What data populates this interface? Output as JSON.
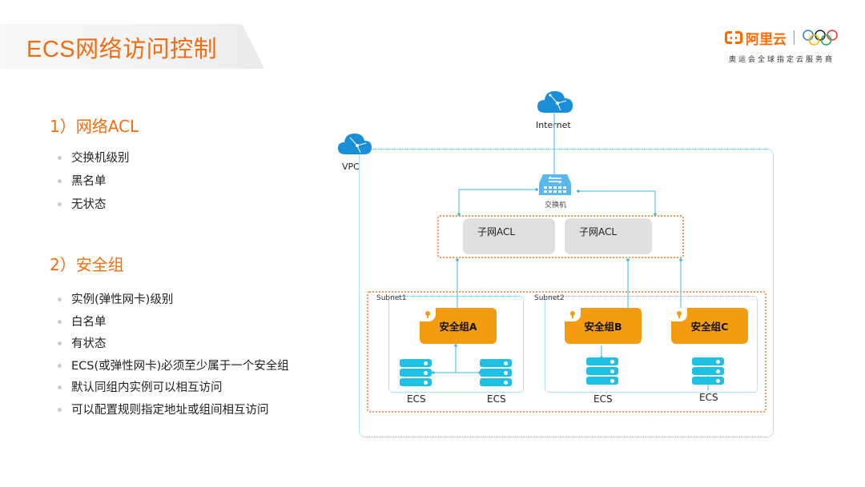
{
  "slide": {
    "title": "ECS网络访问控制",
    "logo": {
      "brand": "阿里云",
      "subtitle": "奥运会全球指定云服务商",
      "icon": "aliyun-logo-icon",
      "partner_icon": "olympic-rings-icon"
    }
  },
  "sections": [
    {
      "heading": "1）网络ACL",
      "bullets": [
        "交换机级别",
        "黑名单",
        "无状态"
      ]
    },
    {
      "heading": "2）安全组",
      "bullets": [
        "实例(弹性网卡)级别",
        "白名单",
        "有状态",
        "ECS(或弹性网卡)必须至少属于一个安全组",
        "默认同组内实例可以相互访问",
        "可以配置规则指定地址或组间相互访问"
      ]
    }
  ],
  "diagram": {
    "internet_label": "Internet",
    "vpc_label": "VPC",
    "switch_label": "交换机",
    "acl_boxes": [
      "子网ACL",
      "子网ACL"
    ],
    "subnets": [
      "Subnet1",
      "Subnet2"
    ],
    "security_groups": [
      "安全组A",
      "安全组B",
      "安全组C"
    ],
    "ecs_labels": [
      "ECS",
      "ECS",
      "ECS",
      "ECS"
    ],
    "colors": {
      "accent_orange": "#f26d0f",
      "security_group": "#f39c12",
      "server": "#1ec1e4",
      "connector": "#3cb8e6",
      "cloud": "#1a8fd8",
      "acl_card": "#dedfe1"
    }
  }
}
